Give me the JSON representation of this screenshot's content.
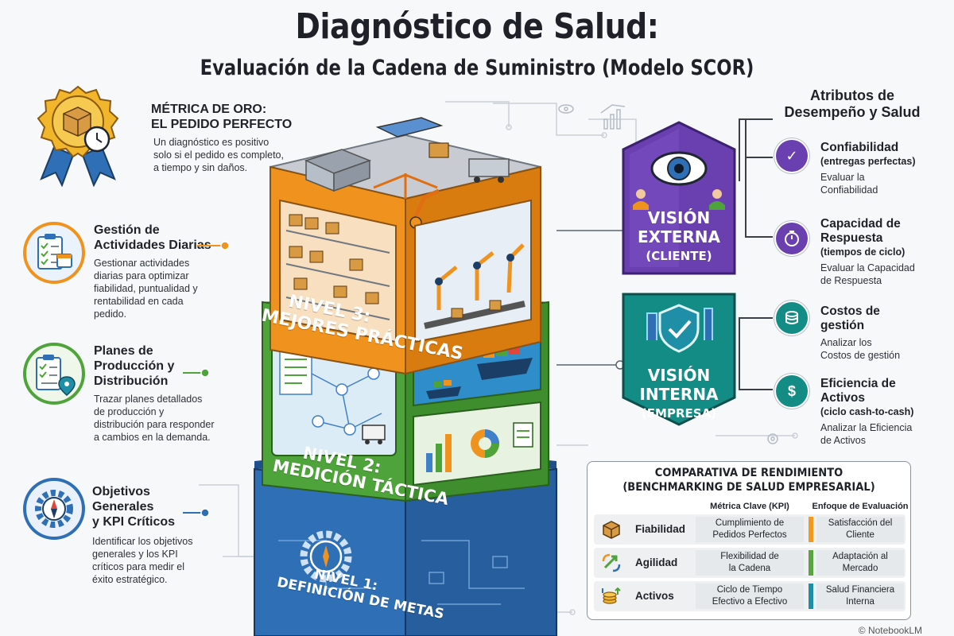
{
  "header": {
    "title": "Diagnóstico de Salud:",
    "subtitle": "Evaluación de la Cadena de Suministro (Modelo SCOR)"
  },
  "gold_metric": {
    "title_line1": "MÉTRICA DE ORO:",
    "title_line2": "EL PEDIDO PERFECTO",
    "desc_line1": "Un diagnóstico es positivo",
    "desc_line2": "solo si el pedido es completo,",
    "desc_line3": "a tiempo y sin daños."
  },
  "left_items": [
    {
      "title_line1": "Gestión de",
      "title_line2": "Actividades Diarias",
      "title_line3": "",
      "desc": [
        "Gestionar actividades",
        "diarias para optimizar",
        "fiabilidad, puntualidad y",
        "rentabilidad en cada",
        "pedido."
      ],
      "icon": "checklist-calendar-icon"
    },
    {
      "title_line1": "Planes de",
      "title_line2": "Producción y",
      "title_line3": "Distribución",
      "desc": [
        "Trazar planes detallados",
        "de producción y",
        "distribución para responder",
        "a cambios en la demanda."
      ],
      "icon": "plan-location-icon"
    },
    {
      "title_line1": "Objetivos",
      "title_line2": "Generales",
      "title_line3": "y KPI Críticos",
      "desc": [
        "Identificar los objetivos",
        "generales y los KPI",
        "críticos para medir el",
        "éxito estratégico."
      ],
      "icon": "gear-compass-icon"
    }
  ],
  "levels": {
    "level3_line1": "NIVEL 3:",
    "level3_line2": "MEJORES PRÁCTICAS",
    "level2_line1": "NIVEL 2:",
    "level2_line2": "MEDICIÓN TÁCTICA",
    "level1_line1": "NIVEL 1:",
    "level1_line2": "DEFINICIÓN DE METAS"
  },
  "shields": {
    "external_line1": "VISIÓN",
    "external_line2": "EXTERNA",
    "external_line3": "(CLIENTE)",
    "internal_line1": "VISIÓN",
    "internal_line2": "INTERNA",
    "internal_line3": "(EMPRESA)"
  },
  "attributes": {
    "title_line1": "Atributos de",
    "title_line2": "Desempeño y Salud",
    "items": [
      {
        "head": [
          "Confiabilidad"
        ],
        "sub": "(entregas perfectas)",
        "desc": [
          "Evaluar la",
          "Confiabilidad"
        ],
        "color": "#6a3fb0",
        "icon": "check-icon"
      },
      {
        "head": [
          "Capacidad de",
          "Respuesta"
        ],
        "sub": "(tiempos de ciclo)",
        "desc": [
          "Evaluar la Capacidad",
          "de Respuesta"
        ],
        "color": "#6a3fb0",
        "icon": "stopwatch-icon"
      },
      {
        "head": [
          "Costos de",
          "gestión"
        ],
        "sub": "",
        "desc": [
          "Analizar los",
          "Costos de gestión"
        ],
        "color": "#138c86",
        "icon": "coins-icon"
      },
      {
        "head": [
          "Eficiencia de",
          "Activos"
        ],
        "sub": "(ciclo cash-to-cash)",
        "desc": [
          "Analizar la Eficiencia",
          "de Activos"
        ],
        "color": "#138c86",
        "icon": "dollar-cycle-icon"
      }
    ]
  },
  "benchmark": {
    "title_line1": "COMPARATIVA DE RENDIMIENTO",
    "title_line2": "(BENCHMARKING DE SALUD EMPRESARIAL)",
    "col_kpi": "Métrica Clave (KPI)",
    "col_focus": "Enfoque de Evaluación",
    "rows": [
      {
        "label": "Fiabilidad",
        "kpi1": "Cumplimiento de",
        "kpi2": "Pedidos Perfectos",
        "focus1": "Satisfacción del",
        "focus2": "Cliente",
        "bar": "#f29a1f",
        "icon": "box-icon"
      },
      {
        "label": "Agilidad",
        "kpi1": "Flexibilidad de",
        "kpi2": "la Cadena",
        "focus1": "Adaptación al",
        "focus2": "Mercado",
        "bar": "#5aa542",
        "icon": "arrows-cycle-icon"
      },
      {
        "label": "Activos",
        "kpi1": "Ciclo de Tiempo",
        "kpi2": "Efectivo a Efectivo",
        "focus1": "Salud Financiera",
        "focus2": "Interna",
        "bar": "#1f8fa8",
        "icon": "coins-arrows-icon"
      }
    ]
  },
  "watermark": "© NotebookLM",
  "colors": {
    "orange": "#f0931e",
    "green": "#4ea33a",
    "blue": "#2f6fb5",
    "purple": "#6a3fb0",
    "teal": "#138c86"
  }
}
